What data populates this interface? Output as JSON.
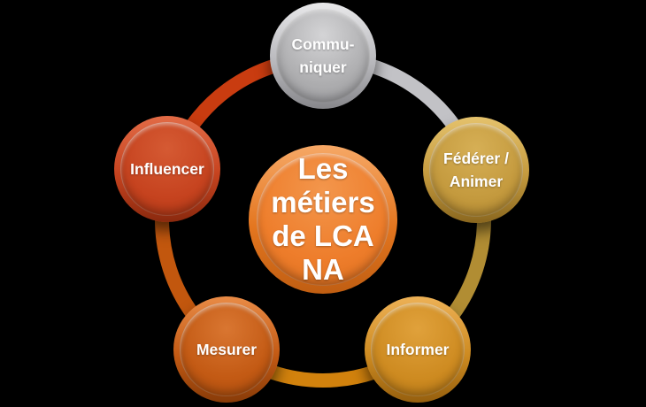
{
  "diagram": {
    "type": "cycle",
    "background_color": "#000000",
    "hub": {
      "label": "Les métiers de LCA NA",
      "lines": [
        "Les",
        "métiers",
        "de LCA",
        "NA"
      ],
      "color": "#EE7D2B",
      "text_color": "#FFFFFF"
    },
    "nodes": [
      {
        "id": "communiquer",
        "label": "Communiquer",
        "lines": [
          "Commu-",
          "niquer"
        ],
        "color": "#ADADAF",
        "text_color": "#FFFFFF",
        "position": "top"
      },
      {
        "id": "federer-animer",
        "label": "Fédérer / Animer",
        "lines": [
          "Fédérer /",
          "Animer"
        ],
        "color": "#C49A3E",
        "text_color": "#FFFFFF",
        "position": "right"
      },
      {
        "id": "informer",
        "label": "Informer",
        "lines": [
          "Informer"
        ],
        "color": "#CE8B21",
        "text_color": "#FFFFFF",
        "position": "bottom-right"
      },
      {
        "id": "mesurer",
        "label": "Mesurer",
        "lines": [
          "Mesurer"
        ],
        "color": "#C35A14",
        "text_color": "#FFFFFF",
        "position": "bottom-left"
      },
      {
        "id": "influencer",
        "label": "Influencer",
        "lines": [
          "Influencer"
        ],
        "color": "#C6431F",
        "text_color": "#FFFFFF",
        "position": "left"
      }
    ],
    "ring": {
      "segments": [
        {
          "from": "communiquer",
          "to": "federer-animer",
          "color": "#C2C2C6"
        },
        {
          "from": "federer-animer",
          "to": "informer",
          "color": "#B18D33"
        },
        {
          "from": "informer",
          "to": "mesurer",
          "color": "#D2820D"
        },
        {
          "from": "mesurer",
          "to": "influencer",
          "color": "#C2570E"
        },
        {
          "from": "influencer",
          "to": "communiquer",
          "color": "#C93C10"
        }
      ]
    }
  }
}
